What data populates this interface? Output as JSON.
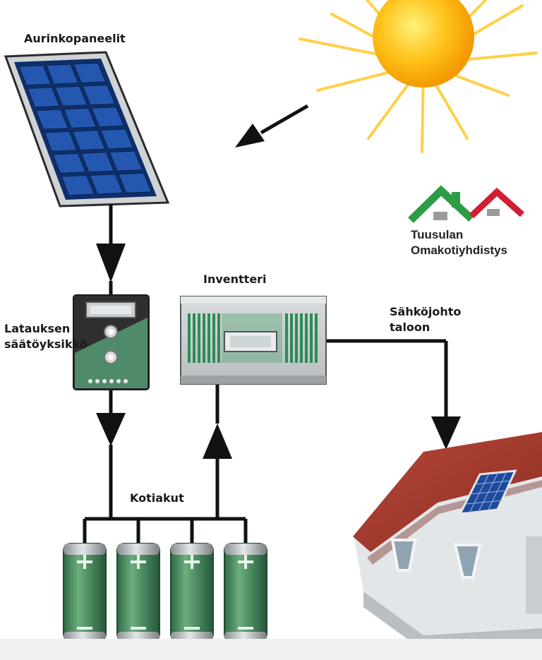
{
  "labels": {
    "solar_panels": "Aurinkopaneelit",
    "charge_controller_line1": "Latauksen",
    "charge_controller_line2": "säätöyksikkö",
    "inverter": "Inventteri",
    "power_line_line1": "Sähköjohto",
    "power_line_line2": "taloon",
    "batteries": "Kotiakut"
  },
  "logo": {
    "line1": "Tuusulan",
    "line2": "Omakotiyhdistys",
    "colors": {
      "green_roof": "#2e9b45",
      "red_roof": "#d01f35",
      "chimney": "#9a9a9a"
    }
  },
  "colors": {
    "sun": "#ffc21a",
    "panel_cell": "#1e4a9c",
    "controller_green": "#4f8a6a",
    "battery_green": "#3f7a55",
    "house_roof": "#a2392d",
    "house_wall": "#e6e8ea",
    "wire": "#111111"
  }
}
